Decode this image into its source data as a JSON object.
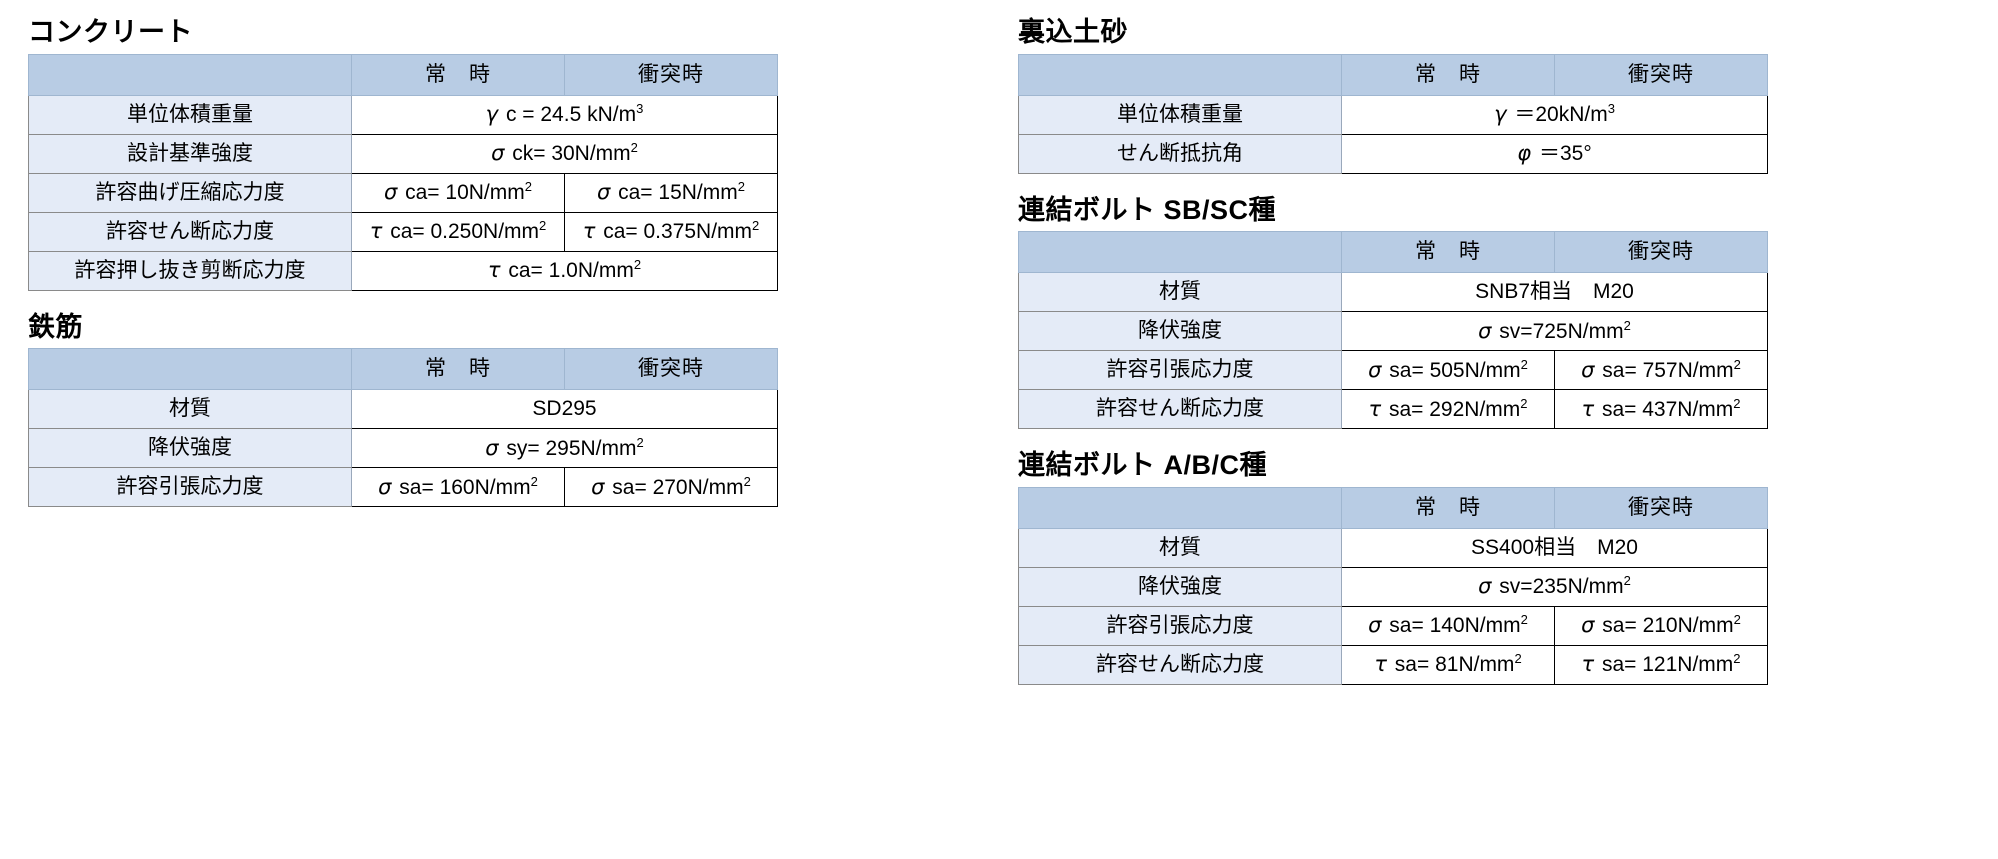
{
  "header_labels": {
    "normal": "常　時",
    "impact": "衝突時",
    "blank": ""
  },
  "tables": [
    {
      "id": "concrete",
      "title": "コンクリート",
      "columns": [
        "",
        "常　時",
        "衝突時"
      ],
      "rows": [
        {
          "label": "単位体積重量",
          "merged": true,
          "value": "γ c = 24.5 kN/m3"
        },
        {
          "label": "設計基準強度",
          "merged": true,
          "value": "σ ck= 30N/mm2"
        },
        {
          "label": "許容曲げ圧縮応力度",
          "merged": false,
          "normal": "σ ca= 10N/mm2",
          "impact": "σ ca= 15N/mm2"
        },
        {
          "label": "許容せん断応力度",
          "merged": false,
          "normal": "τ ca= 0.250N/mm2",
          "impact": "τ ca= 0.375N/mm2"
        },
        {
          "label": "許容押し抜き剪断応力度",
          "merged": true,
          "value": "τ ca= 1.0N/mm2"
        }
      ]
    },
    {
      "id": "rebar",
      "title": "鉄筋",
      "columns": [
        "",
        "常　時",
        "衝突時"
      ],
      "rows": [
        {
          "label": "材質",
          "merged": true,
          "value": "SD295"
        },
        {
          "label": "降伏強度",
          "merged": true,
          "value": "σ sy= 295N/mm2"
        },
        {
          "label": "許容引張応力度",
          "merged": false,
          "normal": "σ sa= 160N/mm2",
          "impact": "σ sa= 270N/mm2"
        }
      ]
    },
    {
      "id": "backfill-soil",
      "title": "裏込土砂",
      "columns": [
        "",
        "常　時",
        "衝突時"
      ],
      "rows": [
        {
          "label": "単位体積重量",
          "merged": true,
          "value": "γ ＝20kN/m3"
        },
        {
          "label": "せん断抵抗角",
          "merged": true,
          "value": "φ ＝35°"
        }
      ]
    },
    {
      "id": "bolt-sb-sc",
      "title": "連結ボルト SB/SC種",
      "columns": [
        "",
        "常　時",
        "衝突時"
      ],
      "rows": [
        {
          "label": "材質",
          "merged": true,
          "value": "SNB7相当　M20"
        },
        {
          "label": "降伏強度",
          "merged": true,
          "value": "σ sv=725N/mm2"
        },
        {
          "label": "許容引張応力度",
          "merged": false,
          "normal": "σ sa= 505N/mm2",
          "impact": "σ sa= 757N/mm2"
        },
        {
          "label": "許容せん断応力度",
          "merged": false,
          "normal": "τ sa= 292N/mm2",
          "impact": "τ sa= 437N/mm2"
        }
      ]
    },
    {
      "id": "bolt-a-b-c",
      "title": "連結ボルト A/B/C種",
      "columns": [
        "",
        "常　時",
        "衝突時"
      ],
      "rows": [
        {
          "label": "材質",
          "merged": true,
          "value": "SS400相当　M20"
        },
        {
          "label": "降伏強度",
          "merged": true,
          "value": "σ sv=235N/mm2"
        },
        {
          "label": "許容引張応力度",
          "merged": false,
          "normal": "σ sa= 140N/mm2",
          "impact": "σ sa= 210N/mm2"
        },
        {
          "label": "許容せん断応力度",
          "merged": false,
          "normal": "τ sa=  81N/mm2",
          "impact": "τ sa= 121N/mm2"
        }
      ]
    }
  ],
  "colors": {
    "header_fill": "#b8cce4",
    "label_fill": "#e4ebf7",
    "value_fill": "#ffffff",
    "border": "#000000",
    "text": "#000000"
  }
}
